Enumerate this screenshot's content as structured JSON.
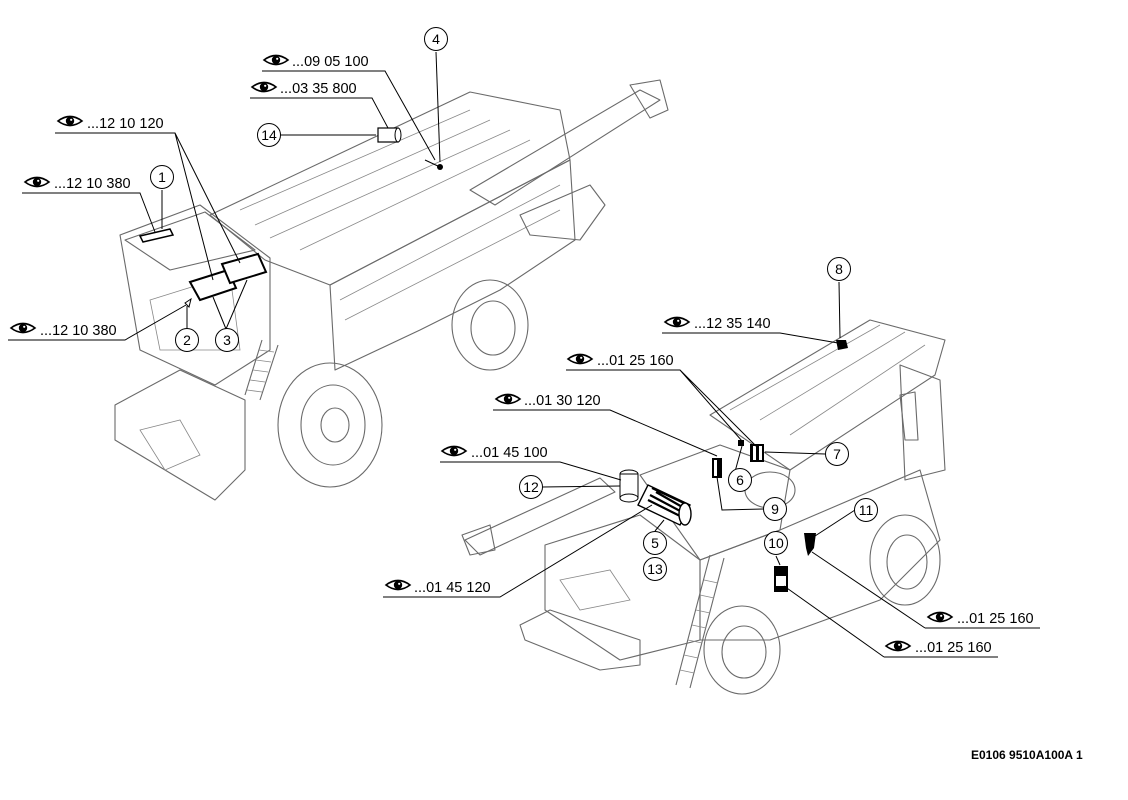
{
  "callouts": [
    {
      "num": "1"
    },
    {
      "num": "2"
    },
    {
      "num": "3"
    },
    {
      "num": "4"
    },
    {
      "num": "5"
    },
    {
      "num": "6"
    },
    {
      "num": "7"
    },
    {
      "num": "8"
    },
    {
      "num": "9"
    },
    {
      "num": "10"
    },
    {
      "num": "11"
    },
    {
      "num": "12"
    },
    {
      "num": "13"
    },
    {
      "num": "14"
    }
  ],
  "references": [
    {
      "text": "...09 05 100"
    },
    {
      "text": "...03 35 800"
    },
    {
      "text": "...12 10 120"
    },
    {
      "text": "...12 10 380"
    },
    {
      "text": "...12 10 380"
    },
    {
      "text": "...12 35 140"
    },
    {
      "text": "...01 25 160"
    },
    {
      "text": "...01 30 120"
    },
    {
      "text": "...01 45 100"
    },
    {
      "text": "...01 45 120"
    },
    {
      "text": "...01 25 160"
    },
    {
      "text": "...01 25 160"
    }
  ],
  "drawing_code": "E0106 9510A100A 1"
}
